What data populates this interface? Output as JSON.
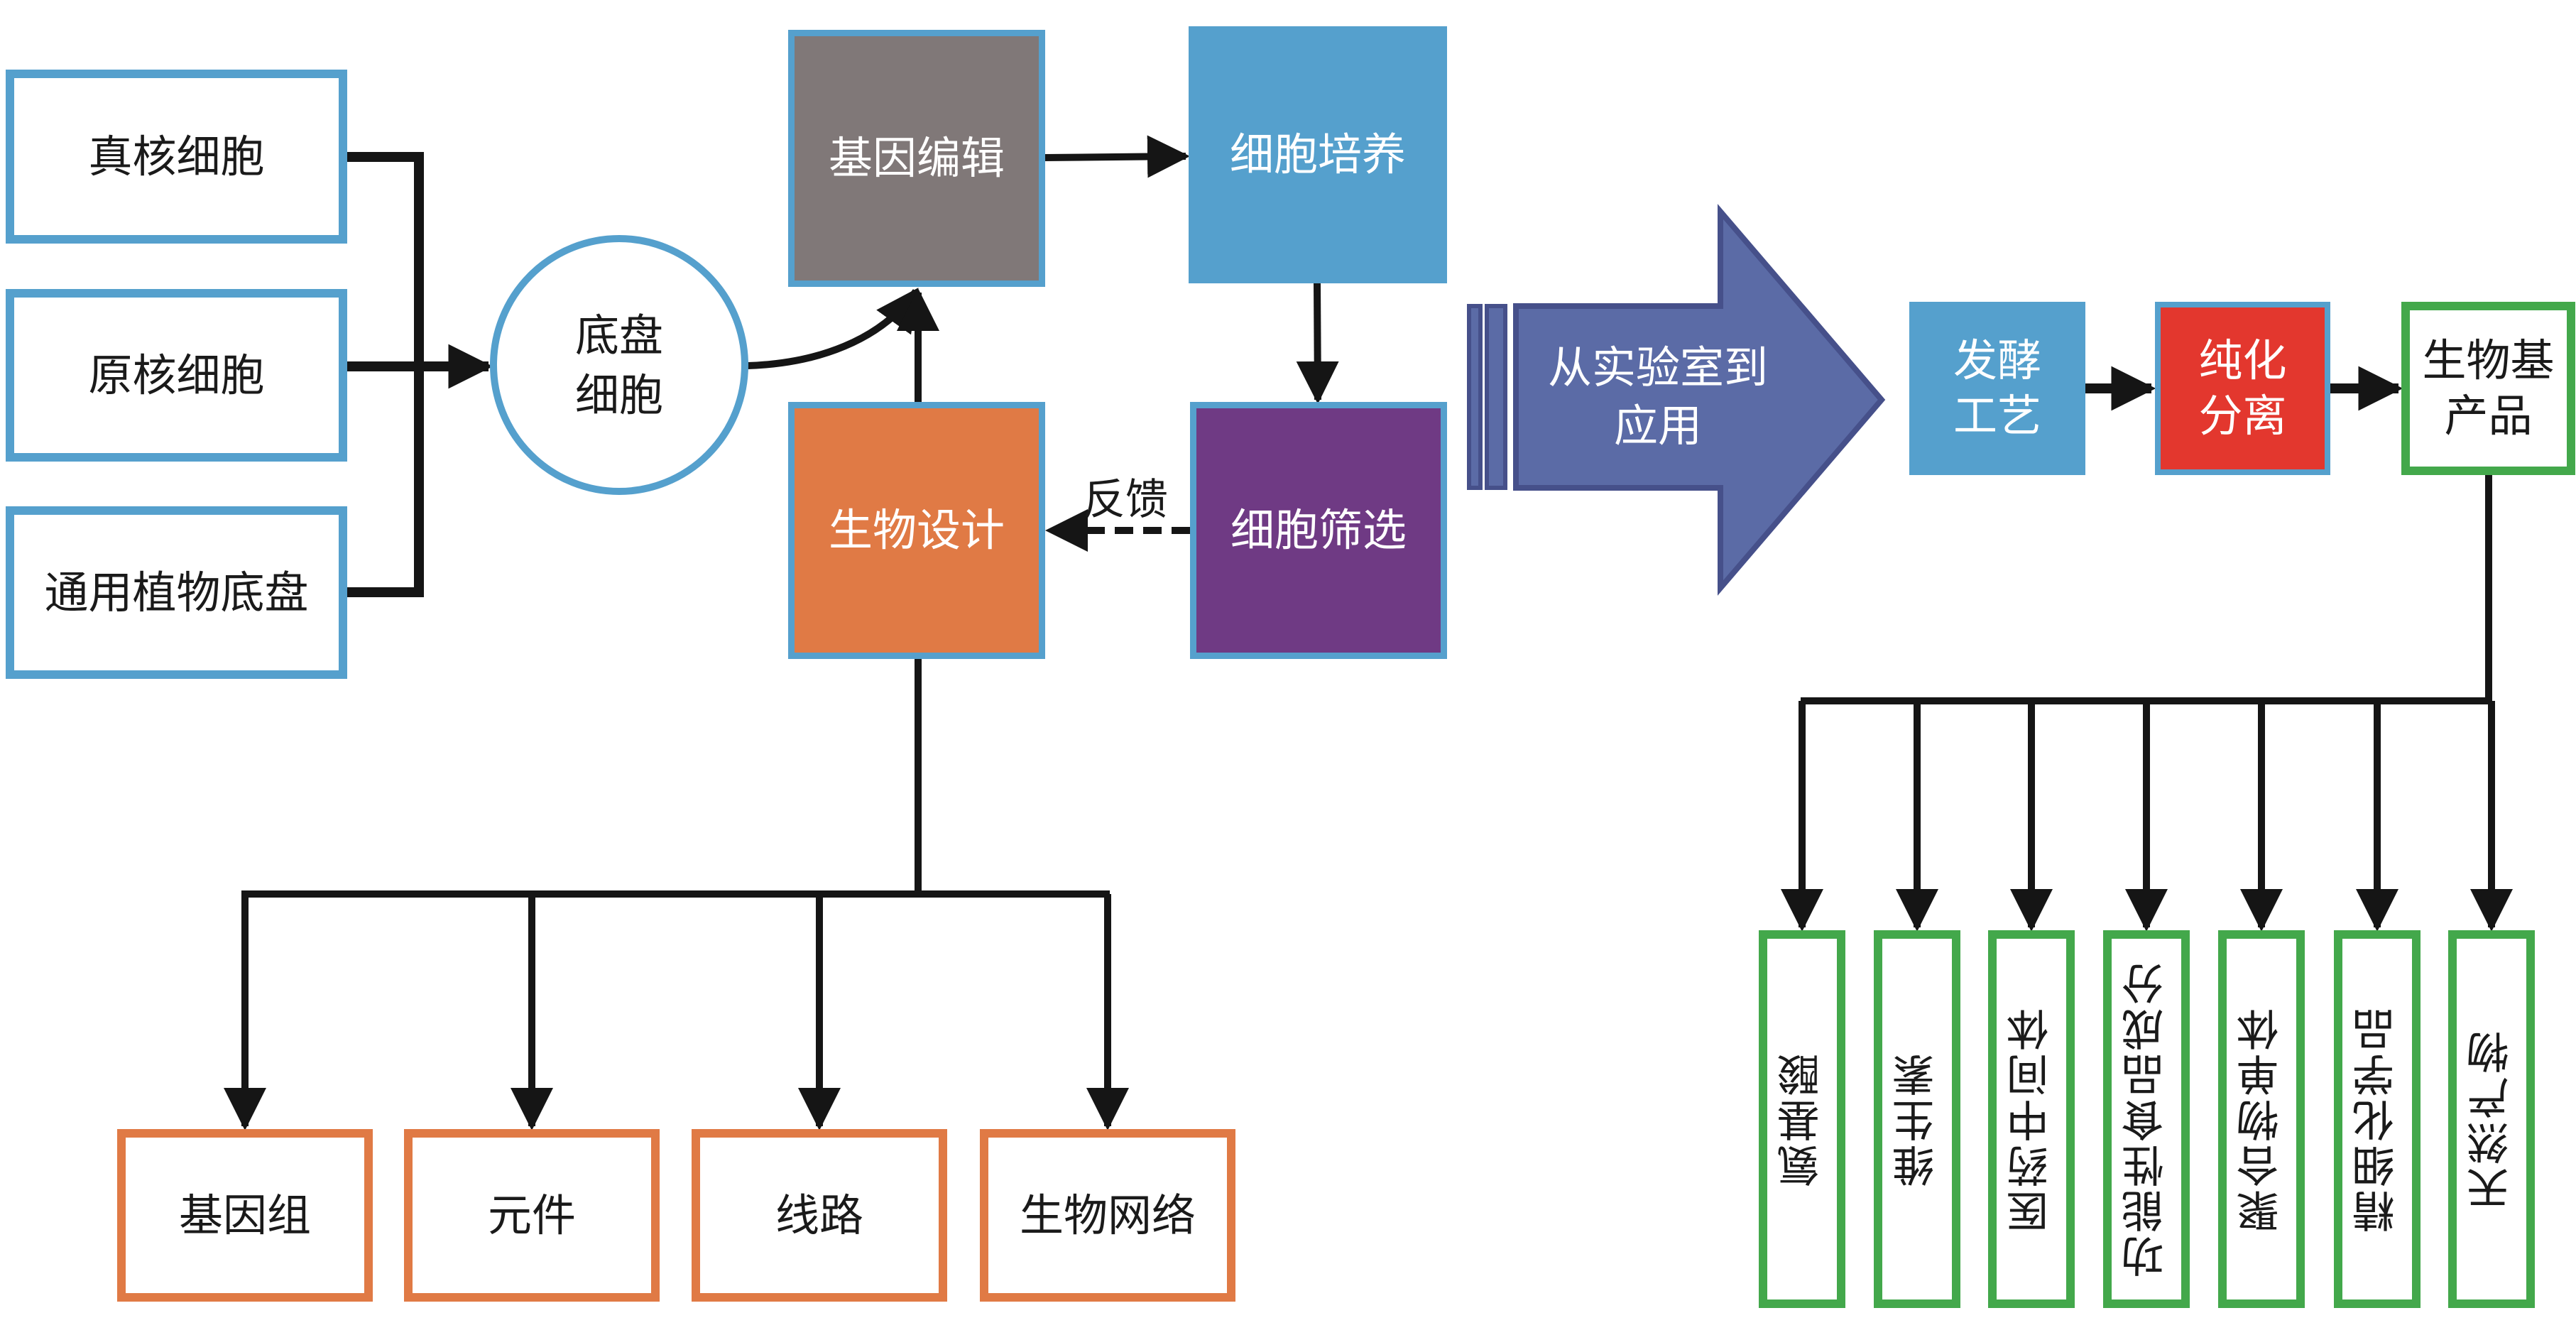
{
  "colors": {
    "blue": "#55a0cd",
    "gray": "#807878",
    "orange": "#e07a45",
    "purple": "#6f3a84",
    "red": "#e3372e",
    "green": "#43a84b",
    "arrow_blue": "#5b6ba6",
    "arrow_border": "#46508a",
    "line": "#151515"
  },
  "sources": [
    {
      "label": "真核细胞"
    },
    {
      "label": "原核细胞"
    },
    {
      "label": "通用植物底盘"
    }
  ],
  "chassis": {
    "label": "底盘\n细胞"
  },
  "cycle": {
    "gene_editing": "基因编辑",
    "cell_culture": "细胞培养",
    "bio_design": "生物设计",
    "cell_screening": "细胞筛选",
    "feedback": "反馈"
  },
  "design_levels": [
    {
      "label": "基因组"
    },
    {
      "label": "元件"
    },
    {
      "label": "线路"
    },
    {
      "label": "生物网络"
    }
  ],
  "transition_arrow": {
    "label": "从实验室到\n应用"
  },
  "process": {
    "fermentation": "发酵\n工艺",
    "purification": "纯化\n分离",
    "product": "生物基\n产品"
  },
  "products": [
    {
      "label": "氨基酸"
    },
    {
      "label": "维生素"
    },
    {
      "label": "医药中间体"
    },
    {
      "label": "功能性食品成分"
    },
    {
      "label": "聚合物单体"
    },
    {
      "label": "精细化学品"
    },
    {
      "label": "天然产物"
    }
  ]
}
